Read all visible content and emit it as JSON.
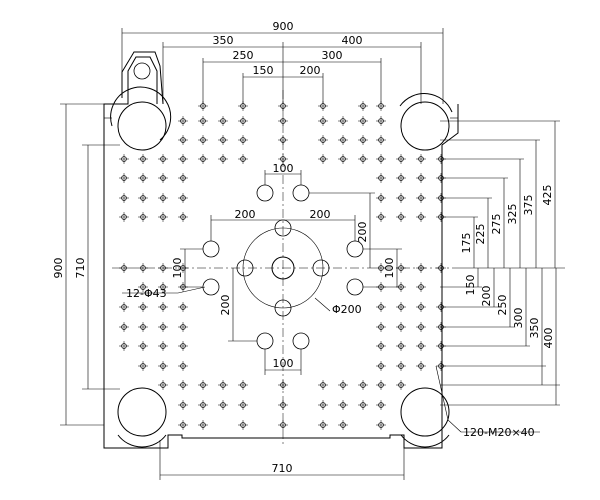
{
  "dimensions": {
    "top_overall": "900",
    "top_left_350": "350",
    "top_right_400": "400",
    "top_left_250": "250",
    "top_right_300": "300",
    "top_left_150": "150",
    "top_right_200": "200",
    "bottom_710": "710",
    "left_900": "900",
    "left_710": "710",
    "right_425": "425",
    "right_375": "375",
    "right_325": "325",
    "right_275": "275",
    "right_225": "225",
    "right_175": "175",
    "right_150": "150",
    "right_200": "200",
    "right_250": "250",
    "right_300": "300",
    "right_350": "350",
    "right_400": "400",
    "inner_100_top": "100",
    "inner_200_left": "200",
    "inner_200_right": "200",
    "inner_200_vertical_right": "200",
    "inner_100_left": "100",
    "inner_100_right": "100",
    "inner_200_vertical_left": "200",
    "inner_100_bottom": "100"
  },
  "callouts": {
    "bolt_holes": "12-Φ43",
    "center_circle": "Φ200",
    "tapped_holes": "120-M20×40"
  }
}
